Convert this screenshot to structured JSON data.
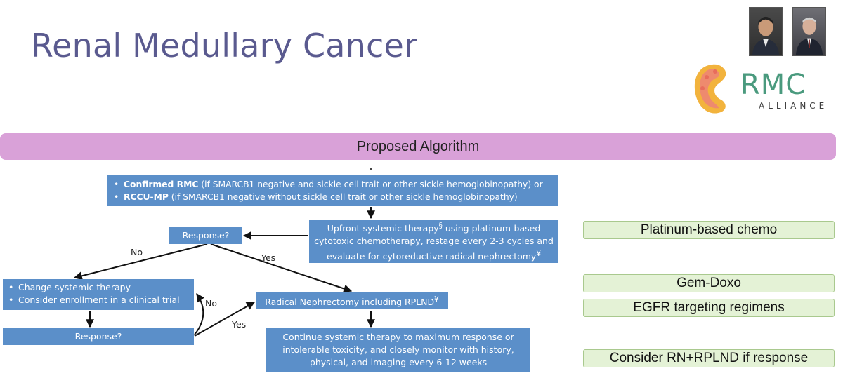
{
  "slide": {
    "title": "Renal Medullary Cancer",
    "logo": {
      "name": "RMC",
      "subtitle": "ALLIANCE"
    },
    "banner": "Proposed Algorithm"
  },
  "flowchart": {
    "confirmed": {
      "item1_bold": "Confirmed RMC",
      "item1_rest": " (if SMARCB1 negative and sickle cell trait or other sickle hemoglobinopathy) or",
      "item2_bold": "RCCU-MP",
      "item2_rest": " (if SMARCB1 negative without sickle cell trait or other sickle hemoglobinopathy)"
    },
    "upfront": {
      "text_a": "Upfront systemic therapy",
      "sup_a": "§",
      "text_b": " using platinum-based cytotoxic chemotherapy, restage every 2-3 cycles and evaluate for cytoreductive radical nephrectomy",
      "sup_b": "¥"
    },
    "response_top": "Response?",
    "label_no_top": "No",
    "label_yes_top": "Yes",
    "change": {
      "item1": "Change systemic therapy",
      "item2": "Consider enrollment in a clinical trial"
    },
    "response_bottom": "Response?",
    "label_no_loop": "No",
    "label_yes_bottom": "Yes",
    "rn": {
      "text": "Radical Nephrectomy including RPLND",
      "sup": "¥"
    },
    "continue": "Continue systemic therapy to maximum response or intolerable toxicity,  and closely monitor with history, physical, and imaging every 6-12 weeks"
  },
  "sidebar_labels": [
    "Platinum-based chemo",
    "Gem-Doxo",
    "EGFR targeting regimens",
    "Consider RN+RPLND if response"
  ],
  "colors": {
    "title": "#5a5a8f",
    "banner": "#d9a1d8",
    "flow_box": "#5b8fc9",
    "green_box": "#e4f2d6",
    "logo_green": "#4a9a7e"
  }
}
